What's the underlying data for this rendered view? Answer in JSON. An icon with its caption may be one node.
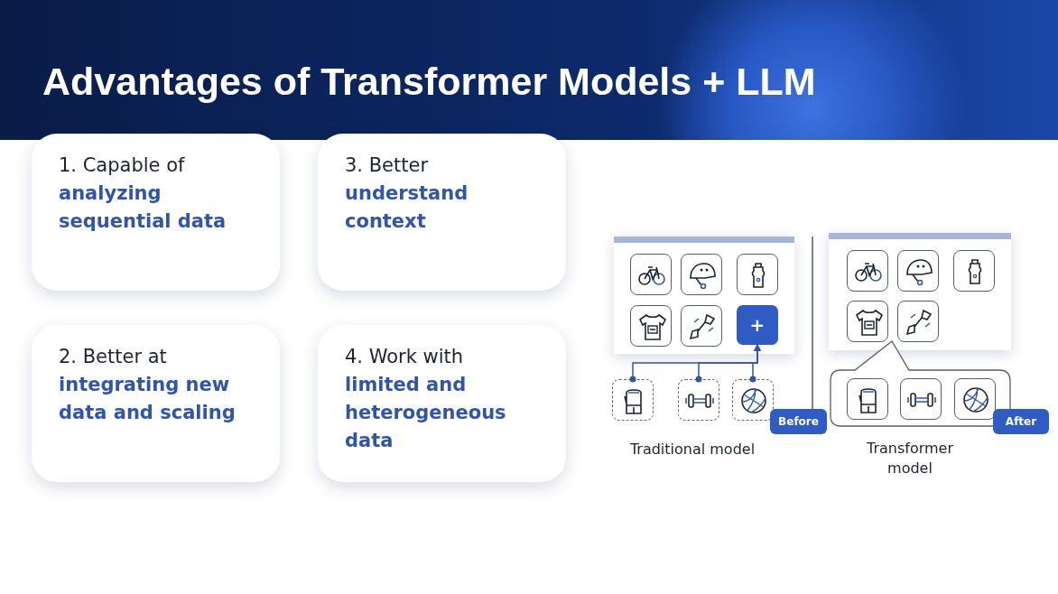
{
  "diagram": {
    "title": "Advantages of Transformer Models + LLM",
    "nodes": [
      {
        "text": [
          "1. Capable of",
          "analyzing sequential data"
        ]
      },
      {
        "text": [
          "2. Better at",
          "integrating new data and scaling"
        ]
      },
      {
        "text": [
          "3. Better",
          "understand context"
        ]
      },
      {
        "text": [
          "4. Work with",
          "limited and heterogeneous data"
        ]
      },
      {
        "text": [
          "+"
        ]
      },
      {
        "text": [],
        "shape": "picture"
      },
      {
        "text": [],
        "shape": "picture"
      },
      {
        "text": [],
        "shape": "picture"
      }
    ],
    "edges": [
      {
        "from": 5,
        "to": 4,
        "arrow": "to"
      },
      {
        "from": 6,
        "to": 4,
        "arrow": "to"
      },
      {
        "from": 7,
        "to": 4,
        "arrow": "to"
      }
    ],
    "labels": [
      "Before",
      "Traditional model",
      "After",
      "Transformer model"
    ]
  }
}
